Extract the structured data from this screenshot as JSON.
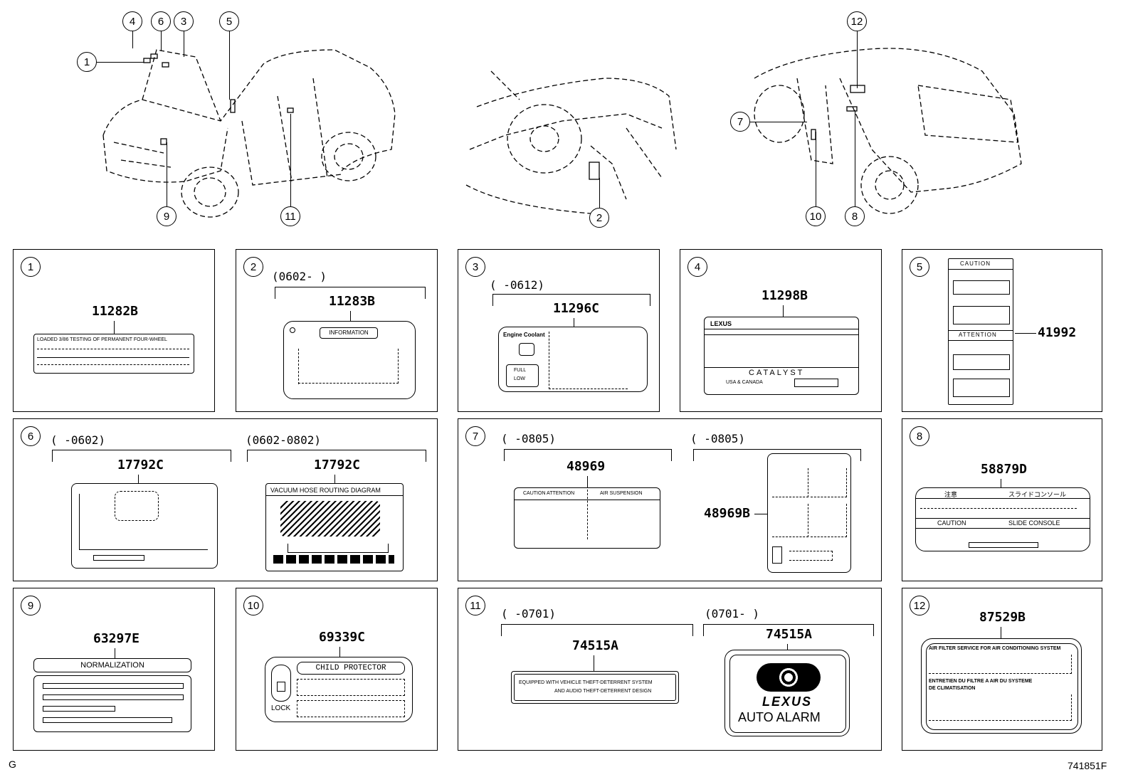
{
  "callouts": [
    "1",
    "2",
    "3",
    "4",
    "5",
    "6",
    "7",
    "8",
    "9",
    "10",
    "11",
    "12"
  ],
  "panels": {
    "p1": {
      "num": "1",
      "part": "11282B",
      "label_text": "LOADED 3/86 TESTING OF PERMANENT FOUR-WHEEL"
    },
    "p2": {
      "num": "2",
      "date": "(0602-      )",
      "part": "11283B",
      "label_title": "INFORMATION"
    },
    "p3": {
      "num": "3",
      "date": "(      -0612)",
      "part": "11296C",
      "coolant": "Engine Coolant",
      "full": "FULL",
      "low": "LOW"
    },
    "p4": {
      "num": "4",
      "part": "11298B",
      "brand": "LEXUS",
      "catalyst": "CATALYST",
      "region": "USA & CANADA"
    },
    "p5": {
      "num": "5",
      "part": "41992",
      "caution": "CAUTION",
      "attention": "ATTENTION"
    },
    "p6": {
      "num": "6",
      "date_a": "(      -0602)",
      "date_b": "(0602-0802)",
      "part_a": "17792C",
      "part_b": "17792C",
      "vacuum": "VACUUM HOSE ROUTING DIAGRAM"
    },
    "p7": {
      "num": "7",
      "date_a": "(      -0805)",
      "date_b": "(      -0805)",
      "part_a": "48969",
      "part_b": "48969B",
      "caution": "CAUTION ATTENTION",
      "air": "AIR SUSPENSION"
    },
    "p8": {
      "num": "8",
      "part": "58879D",
      "jp_caution": "注意",
      "jp_console": "スライドコンソール",
      "caution": "CAUTION",
      "slide": "SLIDE CONSOLE"
    },
    "p9": {
      "num": "9",
      "part": "63297E",
      "title": "NORMALIZATION"
    },
    "p10": {
      "num": "10",
      "part": "69339C",
      "title": "CHILD PROTECTOR",
      "lock": "LOCK"
    },
    "p11": {
      "num": "11",
      "date_a": "(      -0701)",
      "date_b": "(0701-      )",
      "part_a": "74515A",
      "part_b": "74515A",
      "line1": "EQUIPPED WITH VEHICLE THEFT-DETERRENT SYSTEM",
      "line2": "AND AUDIO THEFT-DETERRENT DESIGN",
      "brand": "LEXUS",
      "alarm": "AUTO ALARM"
    },
    "p12": {
      "num": "12",
      "part": "87529B",
      "en": "AIR FILTER SERVICE FOR AIR CONDITIONING SYSTEM",
      "fr1": "ENTRETIEN DU FILTRE A AIR DU SYSTEME",
      "fr2": "DE CLIMATISATION"
    }
  },
  "footer": {
    "left": "G",
    "right": "741851F"
  }
}
